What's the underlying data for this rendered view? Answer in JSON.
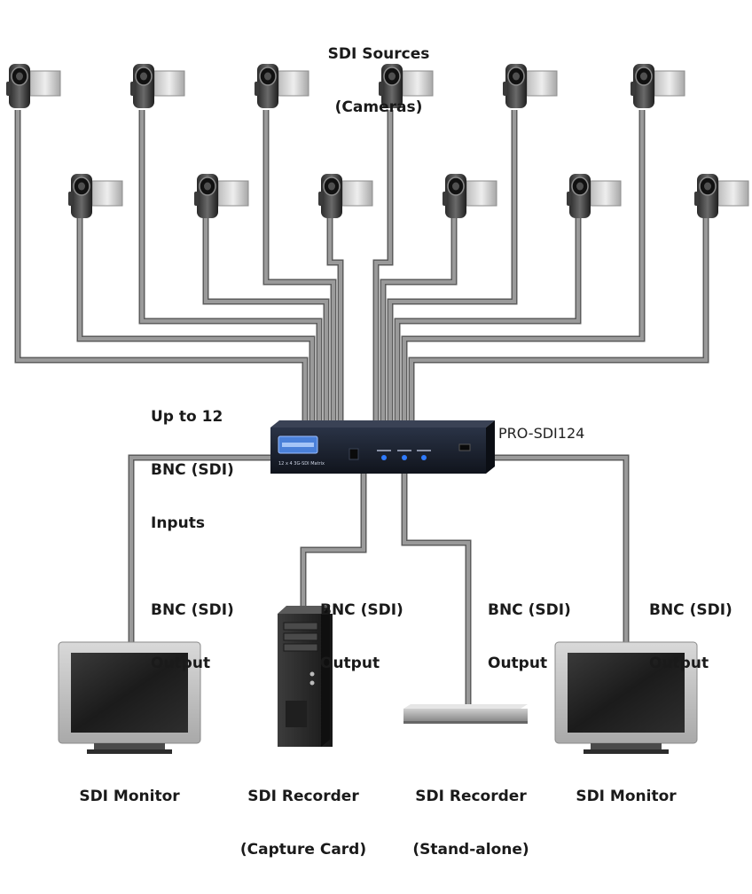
{
  "sources_title": [
    "SDI Sources",
    "(Cameras)"
  ],
  "inputs_label": [
    "Up to 12",
    "BNC (SDI)",
    "Inputs"
  ],
  "device": {
    "model": "PRO-SDI124",
    "front_text": "12 x 4 3G-SDI Matrix"
  },
  "output_labels": [
    [
      "BNC (SDI)",
      "Output"
    ],
    [
      "BNC (SDI)",
      "Output"
    ],
    [
      "BNC (SDI)",
      "Output"
    ],
    [
      "BNC (SDI)",
      "Output"
    ]
  ],
  "destinations": [
    [
      "SDI Monitor"
    ],
    [
      "SDI Recorder",
      "(Capture Card)"
    ],
    [
      "SDI Recorder",
      "(Stand-alone)"
    ],
    [
      "SDI Monitor"
    ]
  ],
  "camera_count": 12,
  "colors": {
    "cable": "#9a9a9a",
    "cable_edge": "#5c5c5c",
    "device": "#1c2230",
    "lcd": "#4a80d8",
    "led": "#2f7bff"
  }
}
